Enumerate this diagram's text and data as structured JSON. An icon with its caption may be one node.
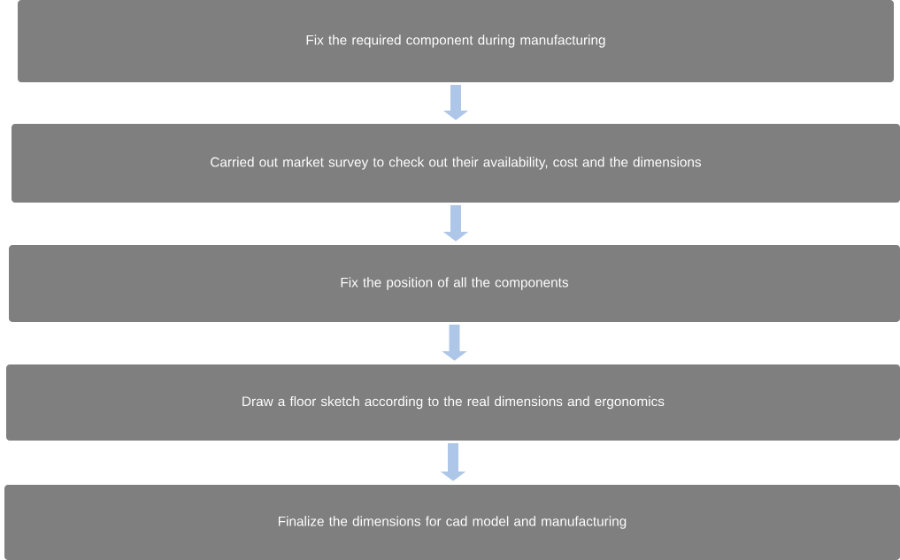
{
  "diagram": {
    "nodes": [
      {
        "text": [
          "Fix the required component during manufacturing"
        ]
      },
      {
        "text": [
          "Carried out market survey to check out their availability, cost and the dimensions"
        ]
      },
      {
        "text": [
          "Fix the position of all the components"
        ]
      },
      {
        "text": [
          "Draw a floor sketch according to the real dimensions and ergonomics"
        ]
      },
      {
        "text": [
          "Finalize the dimensions for cad model and manufacturing"
        ]
      }
    ],
    "edges": [
      {
        "from": 0,
        "to": 1,
        "arrow": "to"
      },
      {
        "from": 1,
        "to": 2,
        "arrow": "to"
      },
      {
        "from": 2,
        "to": 3,
        "arrow": "to"
      },
      {
        "from": 3,
        "to": 4,
        "arrow": "to"
      }
    ]
  }
}
